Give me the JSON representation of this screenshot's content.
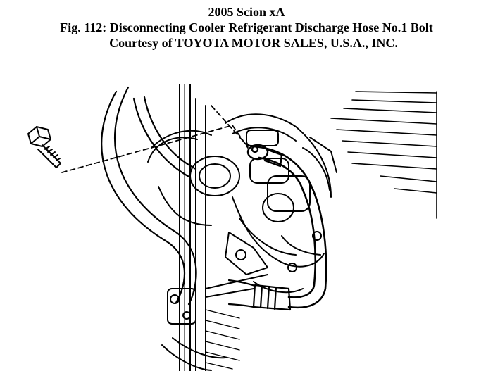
{
  "header": {
    "vehicle": "2005 Scion xA",
    "figure_caption": "Fig. 112: Disconnecting Cooler Refrigerant Discharge Hose No.1 Bolt",
    "courtesy": "Courtesy of TOYOTA MOTOR SALES, U.S.A., INC."
  },
  "illustration": {
    "depicts": [
      "bolt",
      "dashed-leader-line",
      "compressor",
      "discharge-hose",
      "hose-fitting",
      "condenser-fins"
    ]
  },
  "colors": {
    "ink": "#000000",
    "paper": "#ffffff",
    "divider": "#e3e3e3"
  }
}
